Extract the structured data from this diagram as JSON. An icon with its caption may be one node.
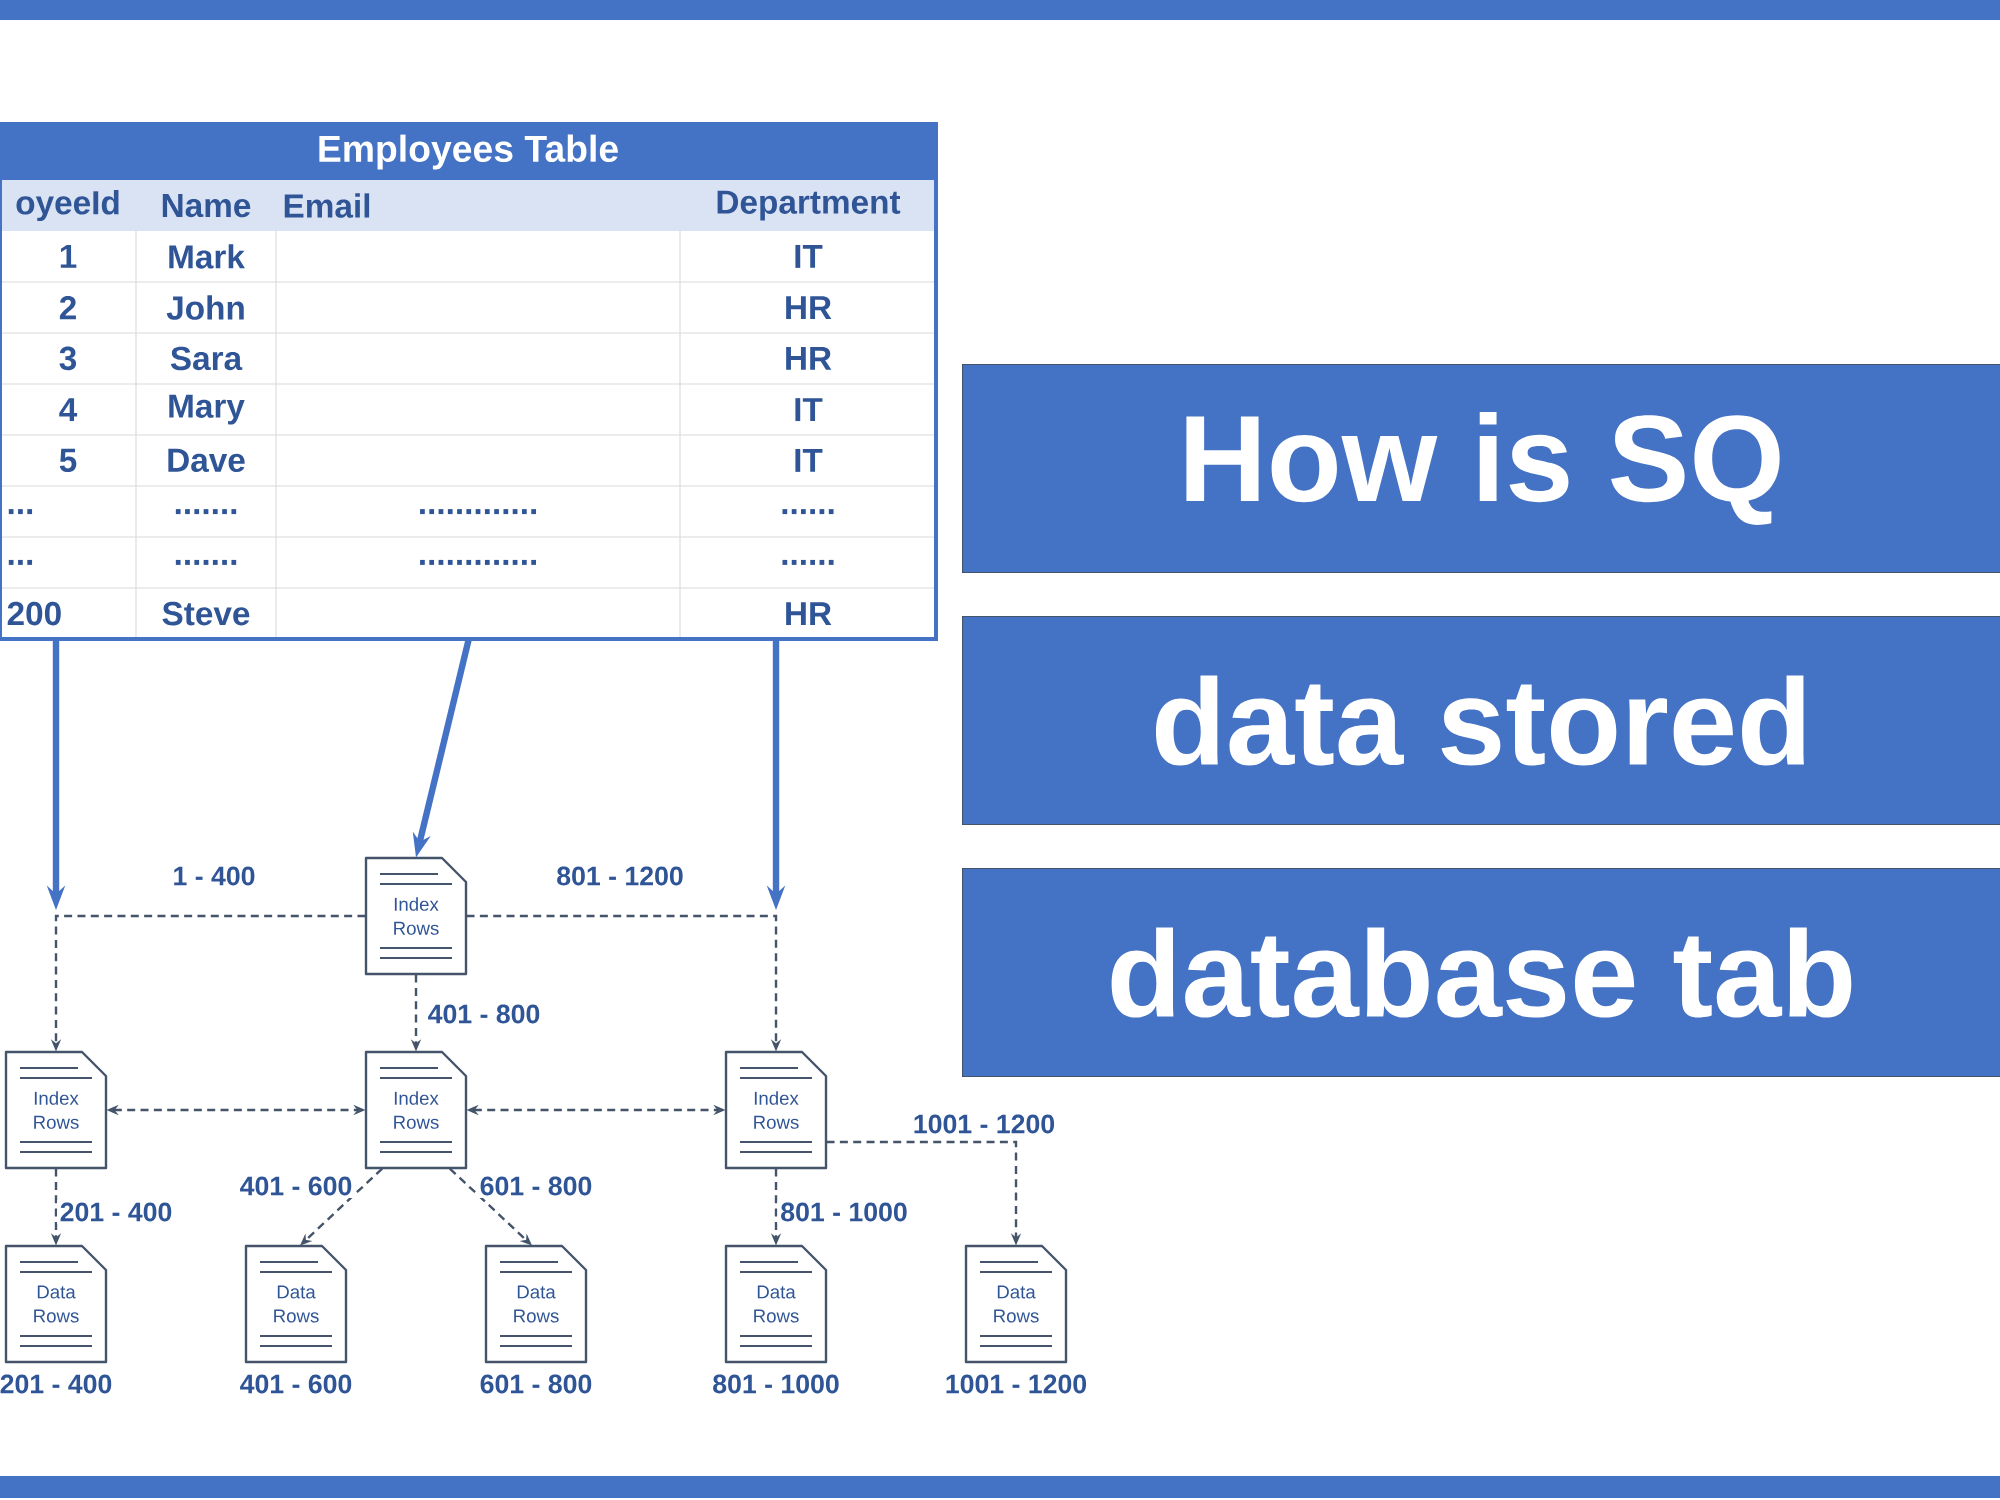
{
  "diagram": {
    "nodes": [
      {
        "text": [
          "Employees Table"
        ]
      },
      {
        "text": [
          "How is SQ"
        ]
      },
      {
        "text": [
          "data stored"
        ]
      },
      {
        "text": [
          "database tab"
        ]
      },
      {
        "text": [
          "Index Rows"
        ]
      },
      {
        "text": [
          "Index Rows"
        ]
      },
      {
        "text": [
          "Index Rows"
        ]
      },
      {
        "text": [
          "Index Rows"
        ]
      },
      {
        "text": [
          "Data Rows"
        ],
        "beside": [
          "201 - 400"
        ]
      },
      {
        "text": [
          "Data Rows"
        ],
        "beside": [
          "401 - 600"
        ]
      },
      {
        "text": [
          "Data Rows"
        ],
        "beside": [
          "601 - 800"
        ]
      },
      {
        "text": [
          "Data Rows"
        ],
        "beside": [
          "801 - 1000"
        ]
      },
      {
        "text": [
          "Data Rows"
        ],
        "beside": [
          "1001 - 1200"
        ]
      }
    ],
    "edges": [
      {
        "from": 0,
        "to": 4,
        "arrow": "to",
        "style": "thick",
        "color": "#4472c4"
      },
      {
        "from": 0,
        "to": null,
        "arrow": "to",
        "style": "thick",
        "color": "#4472c4"
      },
      {
        "from": 0,
        "to": null,
        "arrow": "to",
        "style": "thick",
        "color": "#4472c4"
      },
      {
        "from": 4,
        "to": 5,
        "arrow": "to",
        "label": "1 - 400",
        "style": "dashed"
      },
      {
        "from": 4,
        "to": 6,
        "arrow": "to",
        "label": "401 - 800",
        "style": "dashed"
      },
      {
        "from": 4,
        "to": 7,
        "arrow": "to",
        "label": "801 - 1200",
        "style": "dashed"
      },
      {
        "from": 5,
        "to": 6,
        "arrow": "both",
        "style": "dashed"
      },
      {
        "from": 6,
        "to": 7,
        "arrow": "both",
        "style": "dashed"
      },
      {
        "from": 5,
        "to": 8,
        "arrow": "to",
        "label": "201 - 400",
        "style": "dashed"
      },
      {
        "from": 6,
        "to": 9,
        "arrow": "to",
        "label": "401 - 600",
        "style": "dashed"
      },
      {
        "from": 6,
        "to": 10,
        "arrow": "to",
        "label": "601 - 800",
        "style": "dashed"
      },
      {
        "from": 7,
        "to": 11,
        "arrow": "to",
        "label": "801 - 1000",
        "style": "dashed"
      },
      {
        "from": 7,
        "to": 12,
        "arrow": "to",
        "label": "1001 - 1200",
        "style": "dashed"
      }
    ],
    "labels": [
      "oyeeId",
      "Name",
      "Email",
      "Department",
      "1",
      "Mark",
      "IT",
      "2",
      "John",
      "HR",
      "3",
      "Sara",
      "HR",
      "4",
      "Mary",
      "IT",
      "5",
      "Dave",
      "IT",
      "...",
      ".......",
      ".............",
      "......",
      "...",
      ".......",
      ".............",
      "......",
      "200",
      "Steve",
      "HR"
    ]
  }
}
